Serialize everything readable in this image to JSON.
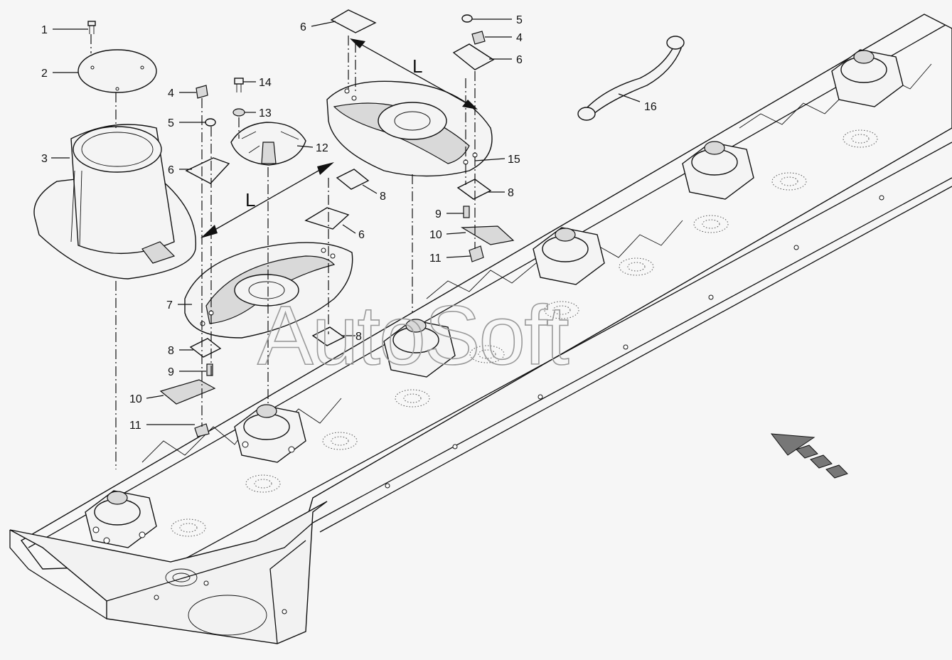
{
  "watermark": "AutoSoft",
  "dimension_label": "L",
  "parts": [
    {
      "ref": "1"
    },
    {
      "ref": "2"
    },
    {
      "ref": "3"
    },
    {
      "ref": "4"
    },
    {
      "ref": "5"
    },
    {
      "ref": "6"
    },
    {
      "ref": "7"
    },
    {
      "ref": "8"
    },
    {
      "ref": "9"
    },
    {
      "ref": "10"
    },
    {
      "ref": "11"
    },
    {
      "ref": "12"
    },
    {
      "ref": "13"
    },
    {
      "ref": "14"
    },
    {
      "ref": "15"
    },
    {
      "ref": "16"
    }
  ],
  "colors": {
    "line": "#111111",
    "background": "#f6f6f6",
    "fill_light": "#f4f4f4",
    "fill_grey": "#d9d9d9",
    "watermark": "#9a9a9a"
  }
}
